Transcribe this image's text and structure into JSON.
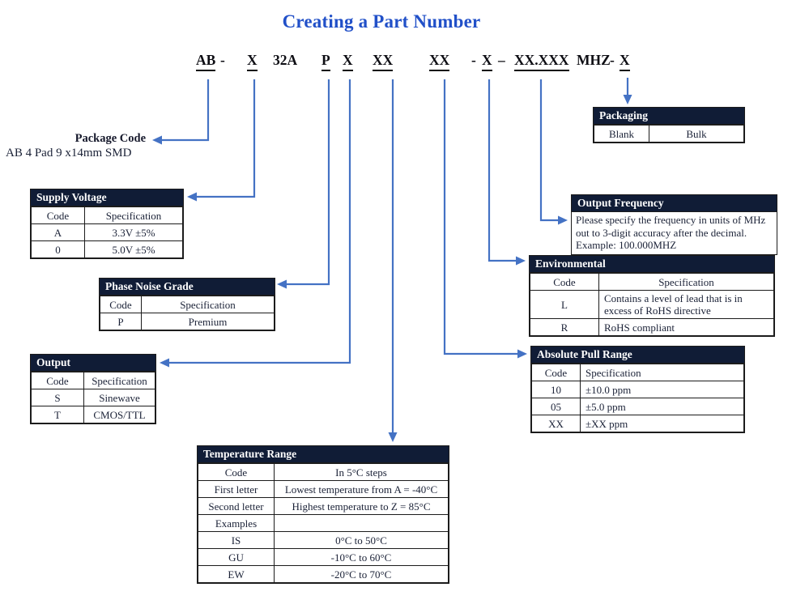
{
  "title": "Creating a Part Number",
  "part_number": {
    "segments": [
      {
        "text": "AB",
        "underline": true
      },
      {
        "text": "-",
        "underline": false
      },
      {
        "text": "X",
        "underline": true
      },
      {
        "text": "32A",
        "underline": false
      },
      {
        "text": "P",
        "underline": true
      },
      {
        "text": "X",
        "underline": true
      },
      {
        "text": "XX",
        "underline": true
      },
      {
        "text": "XX",
        "underline": true
      },
      {
        "text": "-",
        "underline": false
      },
      {
        "text": "X",
        "underline": true
      },
      {
        "text": "–",
        "underline": false
      },
      {
        "text": "XX.XXX",
        "underline": true
      },
      {
        "text": "MHZ",
        "underline": false
      },
      {
        "text": "-",
        "underline": false
      },
      {
        "text": "X",
        "underline": true
      }
    ]
  },
  "package_code": {
    "label": "Package Code",
    "description": "AB 4 Pad 9 x14mm SMD"
  },
  "tables": {
    "supply_voltage": {
      "title": "Supply Voltage",
      "headers": [
        "Code",
        "Specification"
      ],
      "rows": [
        [
          "A",
          "3.3V ±5%"
        ],
        [
          "0",
          "5.0V ±5%"
        ]
      ]
    },
    "phase_noise_grade": {
      "title": "Phase Noise Grade",
      "headers": [
        "Code",
        "Specification"
      ],
      "rows": [
        [
          "P",
          "Premium"
        ]
      ]
    },
    "output": {
      "title": "Output",
      "headers": [
        "Code",
        "Specification"
      ],
      "rows": [
        [
          "S",
          "Sinewave"
        ],
        [
          "T",
          "CMOS/TTL"
        ]
      ]
    },
    "temperature_range": {
      "title": "Temperature Range",
      "rows": [
        [
          "Code",
          "In 5°C steps"
        ],
        [
          "First letter",
          "Lowest temperature from A = -40°C"
        ],
        [
          "Second letter",
          "Highest temperature to Z = 85°C"
        ],
        [
          "Examples",
          ""
        ],
        [
          "IS",
          "0°C to 50°C"
        ],
        [
          "GU",
          "-10°C to 60°C"
        ],
        [
          "EW",
          "-20°C to 70°C"
        ]
      ]
    },
    "packaging": {
      "title": "Packaging",
      "rows": [
        [
          "Blank",
          "Bulk"
        ]
      ]
    },
    "output_frequency": {
      "title": "Output Frequency",
      "body_line1": "Please specify the frequency in units of MHz out to 3-digit accuracy after the decimal.",
      "body_line2": "Example: 100.000MHZ"
    },
    "environmental": {
      "title": "Environmental",
      "headers": [
        "Code",
        "Specification"
      ],
      "rows": [
        [
          "L",
          "Contains a level of lead that is in excess of RoHS directive"
        ],
        [
          "R",
          "RoHS compliant"
        ]
      ]
    },
    "absolute_pull_range": {
      "title": "Absolute Pull Range",
      "headers": [
        "Code",
        "Specification"
      ],
      "rows": [
        [
          "10",
          "±10.0 ppm"
        ],
        [
          "05",
          "±5.0 ppm"
        ],
        [
          "XX",
          "±XX ppm"
        ]
      ]
    }
  },
  "colors": {
    "title_blue": "#2150c8",
    "table_header_bg": "#101c36",
    "arrow_blue": "#4472c4"
  }
}
